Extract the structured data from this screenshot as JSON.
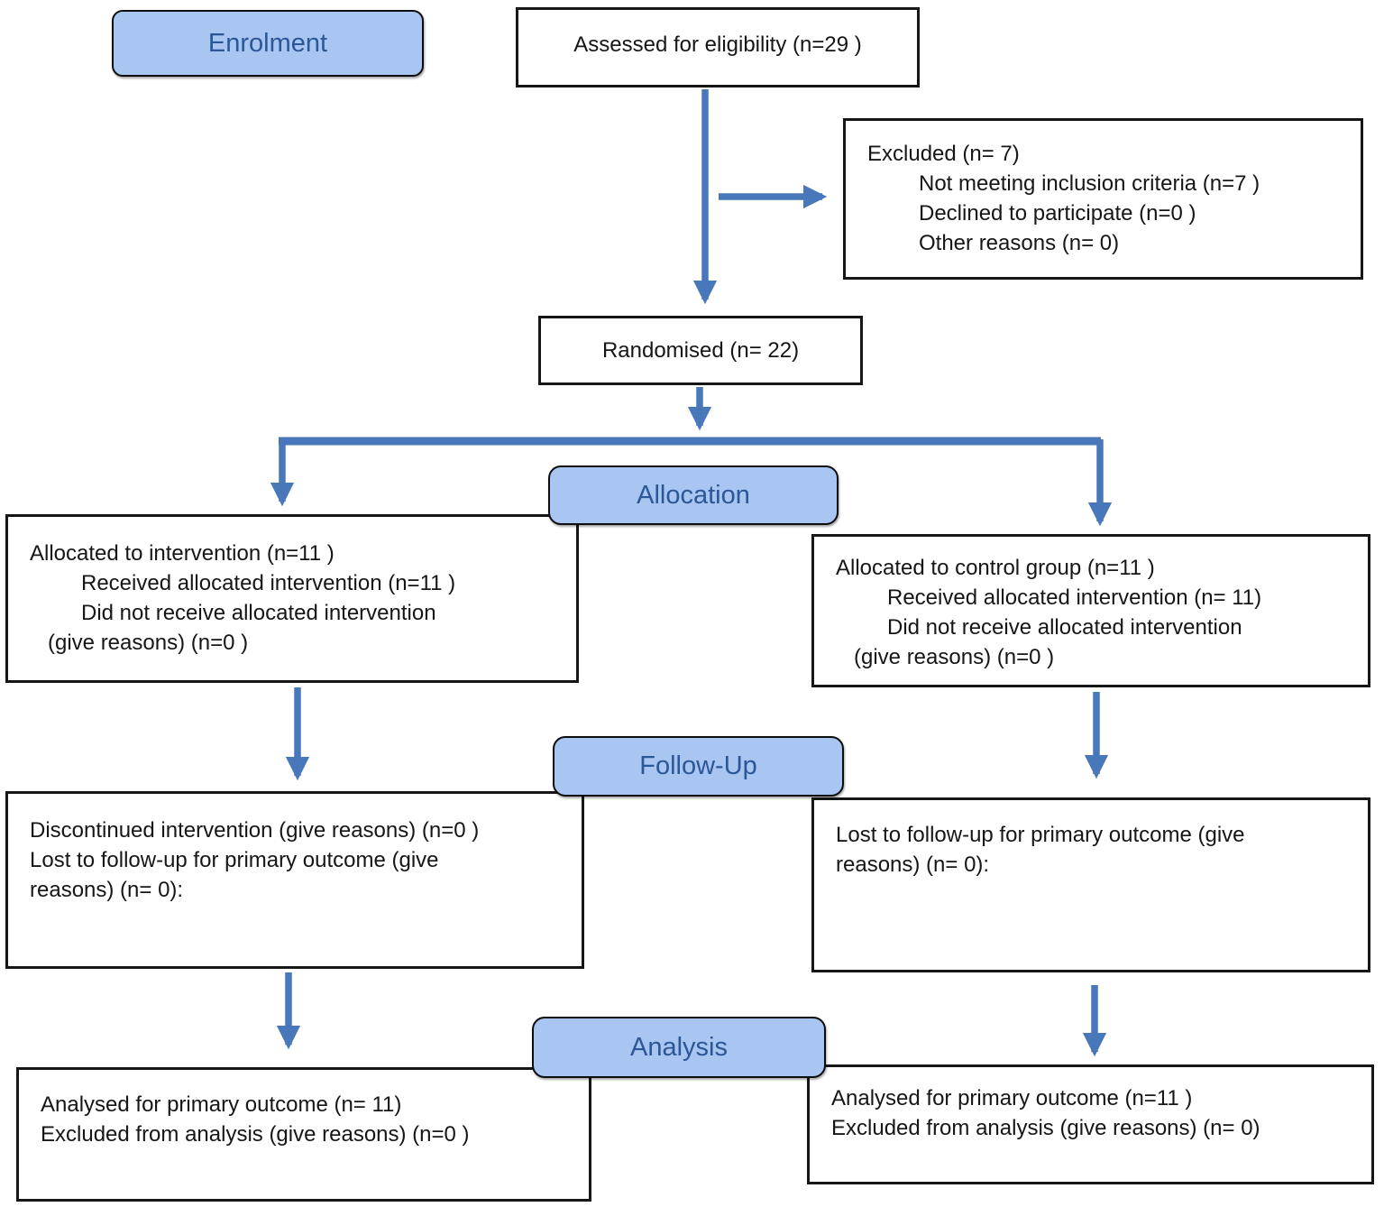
{
  "colors": {
    "arrow": "#4878ba",
    "label-fill": "#a9c5f1",
    "label-text": "#2b5796",
    "box-border": "#161616",
    "text": "#161616"
  },
  "stages": {
    "enrolment": "Enrolment",
    "allocation": "Allocation",
    "followup": "Follow-Up",
    "analysis": "Analysis"
  },
  "boxes": {
    "assessed": {
      "lines": [
        {
          "text": "Assessed for eligibility (n=29 )",
          "indent": 0
        }
      ]
    },
    "excluded": {
      "lines": [
        {
          "text": "Excluded (n= 7)",
          "indent": 0
        },
        {
          "text": "Not meeting inclusion criteria (n=7 )",
          "indent": 2
        },
        {
          "text": "Declined to participate (n=0 )",
          "indent": 2
        },
        {
          "text": "Other reasons (n= 0)",
          "indent": 2
        }
      ]
    },
    "randomised": {
      "lines": [
        {
          "text": "Randomised (n= 22)",
          "indent": 0
        }
      ]
    },
    "allocation_intervention": {
      "lines": [
        {
          "text": "Allocated to intervention (n=11 )",
          "indent": 0
        },
        {
          "text": "Received allocated intervention (n=11 )",
          "indent": 2
        },
        {
          "text": "Did not receive allocated intervention",
          "indent": 2
        },
        {
          "text": "(give reasons) (n=0 )",
          "indent": 1
        }
      ]
    },
    "allocation_control": {
      "lines": [
        {
          "text": "Allocated to control group (n=11 )",
          "indent": 0
        },
        {
          "text": "Received allocated intervention (n= 11)",
          "indent": 2
        },
        {
          "text": "Did not receive allocated intervention",
          "indent": 2
        },
        {
          "text": "(give reasons) (n=0 )",
          "indent": 1
        }
      ]
    },
    "followup_intervention": {
      "lines": [
        {
          "text": "Discontinued intervention (give reasons) (n=0 )",
          "indent": 0
        },
        {
          "text": "Lost to follow-up for primary outcome (give",
          "indent": 0
        },
        {
          "text": "reasons) (n= 0):",
          "indent": 0
        }
      ]
    },
    "followup_control": {
      "lines": [
        {
          "text": "Lost to follow-up for primary outcome (give",
          "indent": 0
        },
        {
          "text": "reasons) (n= 0):",
          "indent": 0
        }
      ]
    },
    "analysis_intervention": {
      "lines": [
        {
          "text": "Analysed for primary outcome (n= 11)",
          "indent": 0
        },
        {
          "text": "Excluded from analysis (give reasons) (n=0 )",
          "indent": 0
        }
      ]
    },
    "analysis_control": {
      "lines": [
        {
          "text": "Analysed for primary outcome (n=11 )",
          "indent": 0
        },
        {
          "text": "Excluded from analysis (give reasons) (n= 0)",
          "indent": 0
        }
      ]
    }
  }
}
